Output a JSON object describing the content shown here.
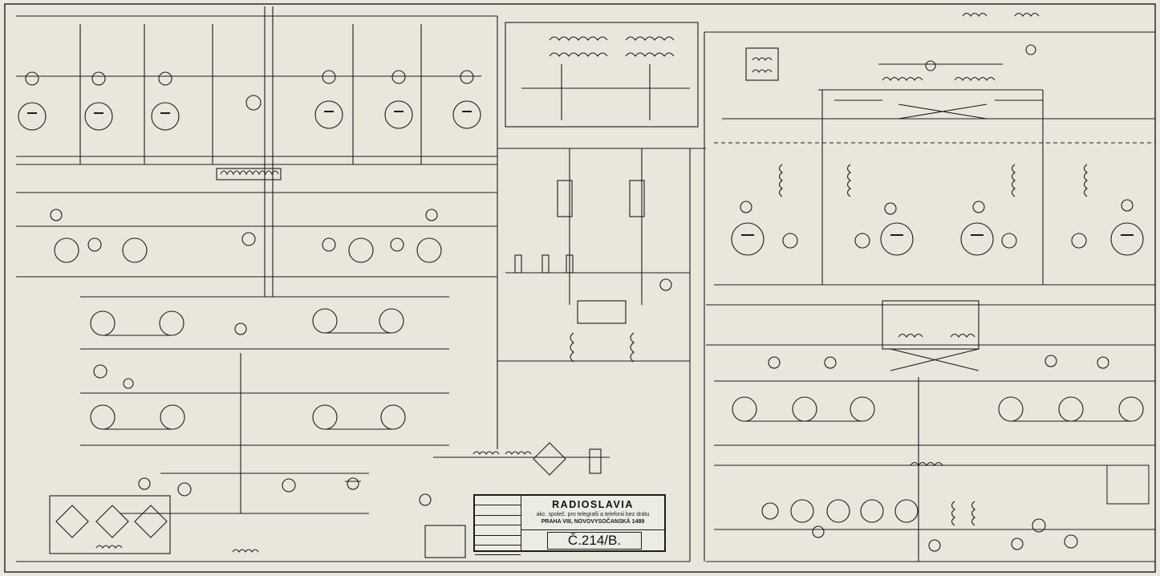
{
  "title_block": {
    "company": "RADIOSLAVIA",
    "subtitle": "akc. společ. pro telegrafii a telefonii bez drátu",
    "address": "PRAHA VIII, NOVOVYSOČANSKÁ 1489",
    "drawing_number": "Č.214/B.",
    "revision_rows": [
      "",
      "",
      "",
      "",
      "",
      ""
    ]
  },
  "colors": {
    "paper": "#e9e6dc",
    "ink": "#1c1c1c"
  }
}
